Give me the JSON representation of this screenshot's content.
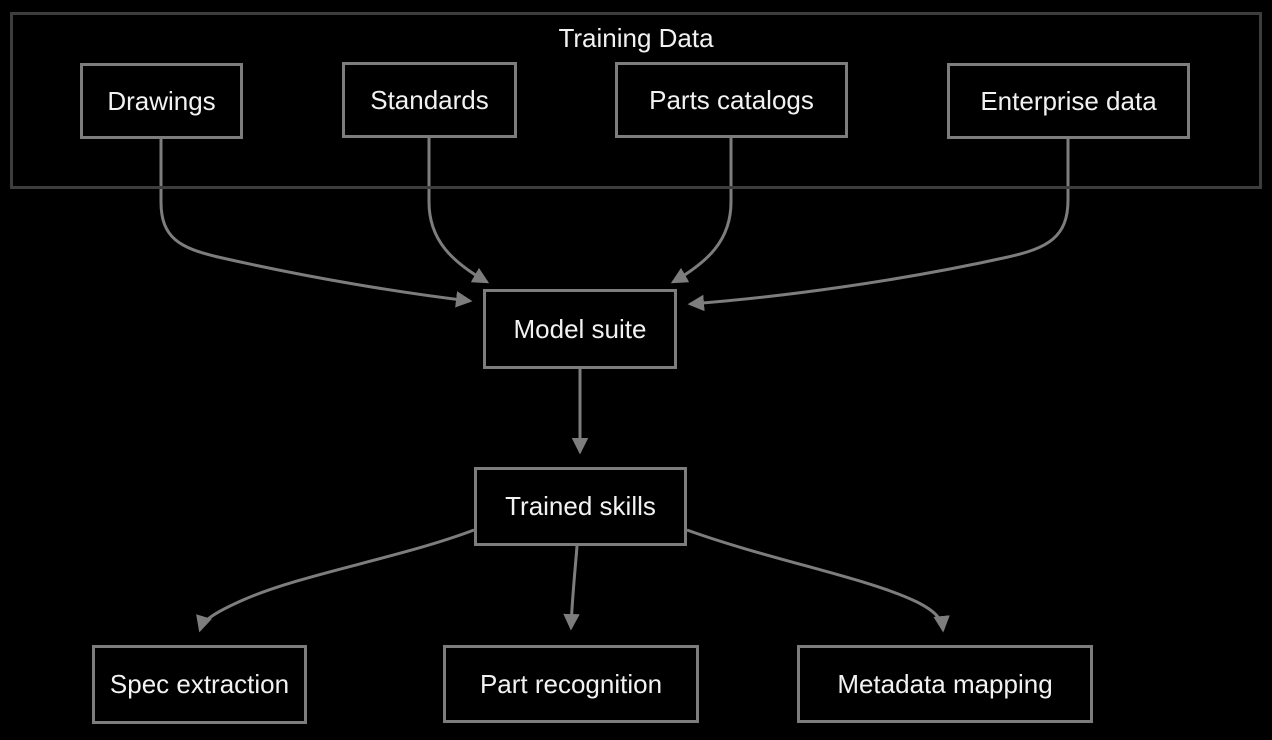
{
  "cluster": {
    "label": "Training Data"
  },
  "nodes": {
    "drawings": {
      "label": "Drawings"
    },
    "standards": {
      "label": "Standards"
    },
    "parts_catalogs": {
      "label": "Parts catalogs"
    },
    "enterprise_data": {
      "label": "Enterprise data"
    },
    "model_suite": {
      "label": "Model suite"
    },
    "trained_skills": {
      "label": "Trained skills"
    },
    "spec_extraction": {
      "label": "Spec extraction"
    },
    "part_recognition": {
      "label": "Part recognition"
    },
    "metadata_mapping": {
      "label": "Metadata mapping"
    }
  },
  "edges": [
    {
      "from": "Drawings",
      "to": "Model suite"
    },
    {
      "from": "Standards",
      "to": "Model suite"
    },
    {
      "from": "Parts catalogs",
      "to": "Model suite"
    },
    {
      "from": "Enterprise data",
      "to": "Model suite"
    },
    {
      "from": "Model suite",
      "to": "Trained skills"
    },
    {
      "from": "Trained skills",
      "to": "Spec extraction"
    },
    {
      "from": "Trained skills",
      "to": "Part recognition"
    },
    {
      "from": "Trained skills",
      "to": "Metadata mapping"
    }
  ],
  "colors": {
    "background": "#000000",
    "node_border": "#7d7d7d",
    "cluster_border": "#3d3d3d",
    "edge": "#7d7d7d",
    "text": "#f2f2f2"
  }
}
